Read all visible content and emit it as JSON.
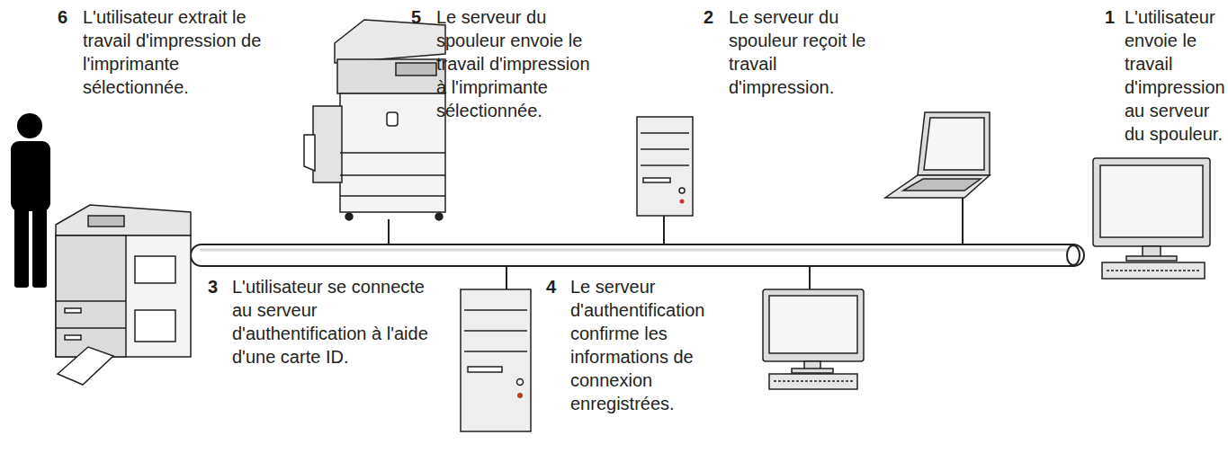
{
  "diagram": {
    "labels": [
      "6",
      "L'utilisateur extrait le travail d'impression de l'imprimante sélectionnée.",
      "5",
      "Le serveur du spouleur envoie le travail d'impression à l'imprimante sélectionnée.",
      "2",
      "Le serveur du spouleur reçoit le travail d'impression.",
      "1",
      "L'utilisateur envoie le travail d'impression au serveur du spouleur.",
      "3",
      "L'utilisateur se connecte au serveur d'authentification à l'aide d'une carte ID.",
      "4",
      "Le serveur d'authentification confirme les informations de connexion enregistrées."
    ]
  }
}
